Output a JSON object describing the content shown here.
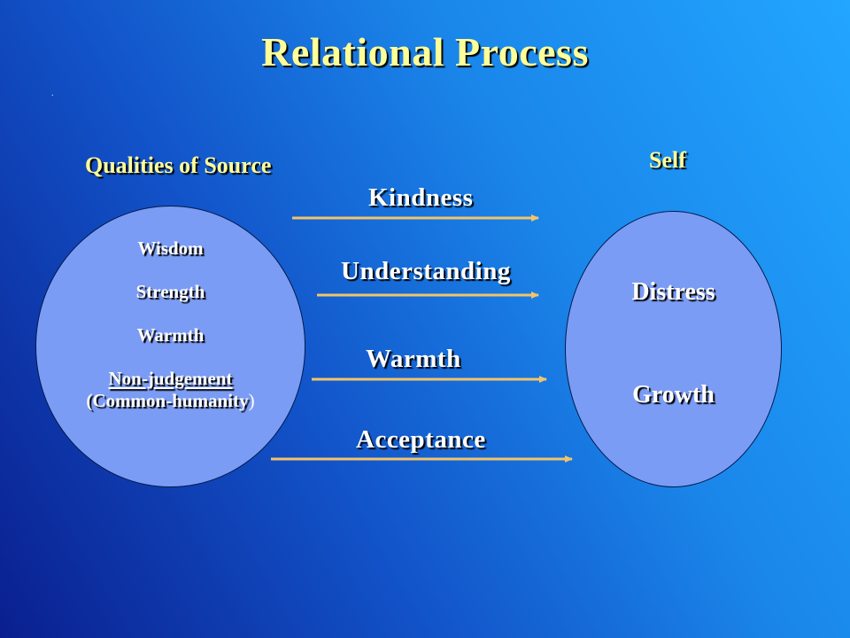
{
  "title": "Relational Process",
  "bullet": ".",
  "source": {
    "heading": "Qualities of Source",
    "qualities": [
      "Wisdom",
      "Strength",
      "Warmth",
      "Non-judgement"
    ],
    "common_humanity": "(Common-humanity",
    "common_humanity_close": ")"
  },
  "self": {
    "heading": "Self",
    "items": [
      "Distress",
      "Growth"
    ]
  },
  "arrows": [
    "Kindness",
    "Understanding",
    "Warmth",
    "Acceptance"
  ],
  "colors": {
    "title": "#ffff99",
    "ellipse_fill": "#7b9cf4",
    "arrow": "#f2c46a"
  }
}
